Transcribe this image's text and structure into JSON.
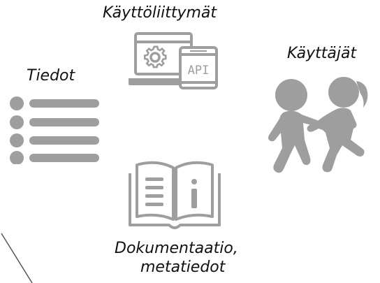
{
  "labels": {
    "interfaces": "Käyttöliittymät",
    "data": "Tiedot",
    "users": "Käyttäjät",
    "docs_line1": "Dokumentaatio,",
    "docs_line2": "metatiedot"
  },
  "api_screen_text": "API",
  "colors": {
    "icon_gray": "#9e9e9e",
    "text": "#111111",
    "background": "#ffffff"
  },
  "icons": [
    "computer-api-icon",
    "list-icon",
    "children-icon",
    "open-book-icon"
  ]
}
